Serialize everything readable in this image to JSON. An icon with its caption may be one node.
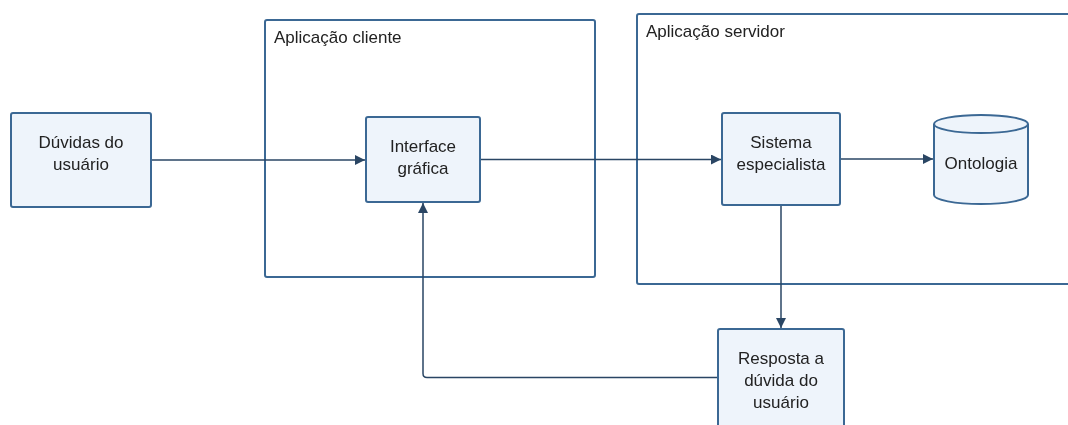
{
  "diagram": {
    "nodes": [
      {
        "text": [
          "Dúvidas do usuário"
        ]
      },
      {
        "text": [
          "Aplicação cliente"
        ]
      },
      {
        "text": [
          "Interface gráfica"
        ],
        "in": 1
      },
      {
        "text": [
          "Aplicação servidor"
        ]
      },
      {
        "text": [
          "Sistema especialista"
        ],
        "in": 3
      },
      {
        "text": [
          "Ontologia"
        ],
        "in": 3
      },
      {
        "text": [
          "Resposta a dúvida do usuário"
        ]
      }
    ],
    "edges": [
      {
        "from": 0,
        "to": 2,
        "arrow": "to"
      },
      {
        "from": 2,
        "to": 4,
        "arrow": "to"
      },
      {
        "from": 4,
        "to": 5,
        "arrow": "to"
      },
      {
        "from": 4,
        "to": 6,
        "arrow": "to"
      },
      {
        "from": 6,
        "to": 2,
        "arrow": "to"
      }
    ]
  }
}
